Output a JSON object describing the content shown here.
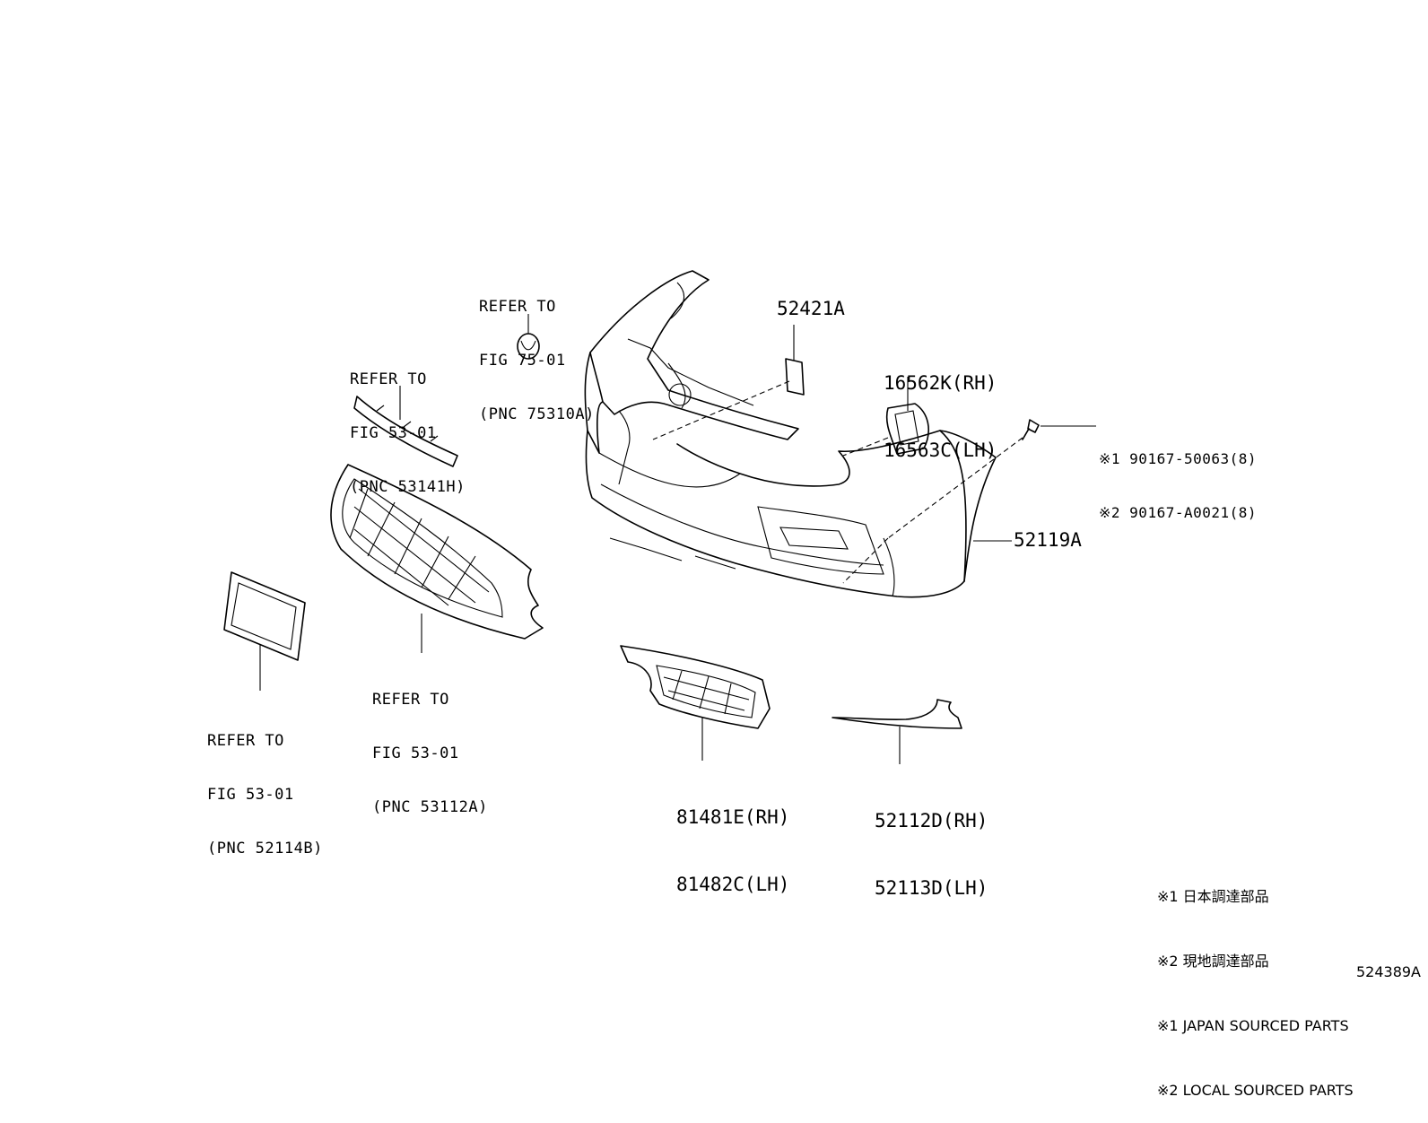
{
  "labels": {
    "ref_75310a": [
      "REFER TO",
      "FIG 75-01",
      "(PNC 75310A)"
    ],
    "ref_53141h": [
      "REFER TO",
      "FIG 53-01",
      "(PNC 53141H)"
    ],
    "ref_53112a": [
      "REFER TO",
      "FIG 53-01",
      "(PNC 53112A)"
    ],
    "ref_52114b": [
      "REFER TO",
      "FIG 53-01",
      "(PNC 52114B)"
    ],
    "part_52421a": "52421A",
    "part_16562k": [
      "16562K(RH)",
      "16563C(LH)"
    ],
    "part_screw": [
      "※1 90167-50063(8)",
      "※2 90167-A0021(8)"
    ],
    "part_52119a": "52119A",
    "part_81481e": [
      "81481E(RH)",
      "81482C(LH)"
    ],
    "part_52112d": [
      "52112D(RH)",
      "52113D(LH)"
    ]
  },
  "notes": [
    "※1 日本調達部品",
    "※2 現地調達部品",
    "※1 JAPAN SOURCED PARTS",
    "※2 LOCAL SOURCED PARTS"
  ],
  "illustration_code": "524389A"
}
